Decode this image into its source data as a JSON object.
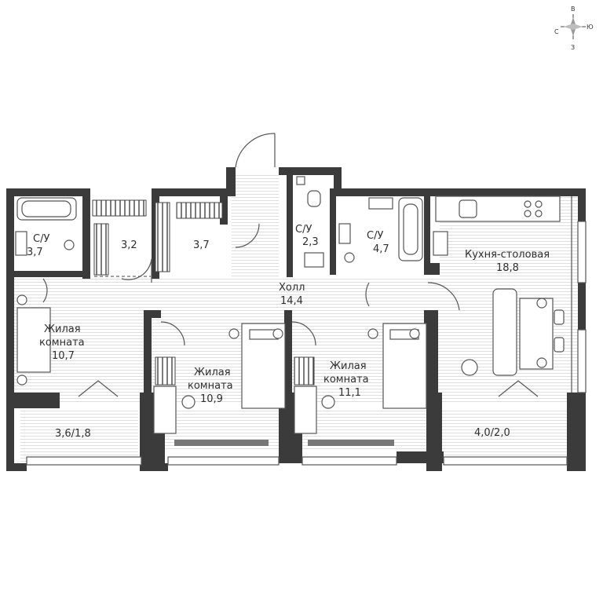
{
  "compass": {
    "n": "С",
    "e": "В",
    "s": "Ю",
    "w": "З"
  },
  "rooms": {
    "bath_left": {
      "name": "С/У",
      "area": "3,7"
    },
    "storage_a": {
      "area": "3,2"
    },
    "storage_b": {
      "area": "3,7"
    },
    "bath_center": {
      "name": "С/У",
      "area": "2,3"
    },
    "bath_right": {
      "name": "С/У",
      "area": "4,7"
    },
    "kitchen": {
      "name": "Кухня-столовая",
      "area": "18,8"
    },
    "hall": {
      "name": "Холл",
      "area": "14,4"
    },
    "living_1": {
      "name_l1": "Жилая",
      "name_l2": "комната",
      "area": "10,7"
    },
    "living_2": {
      "name_l1": "Жилая",
      "name_l2": "комната",
      "area": "10,9"
    },
    "living_3": {
      "name_l1": "Жилая",
      "name_l2": "комната",
      "area": "11,1"
    },
    "balcony_left": {
      "area": "3,6/1,8"
    },
    "balcony_right": {
      "area": "4,0/2,0"
    }
  }
}
